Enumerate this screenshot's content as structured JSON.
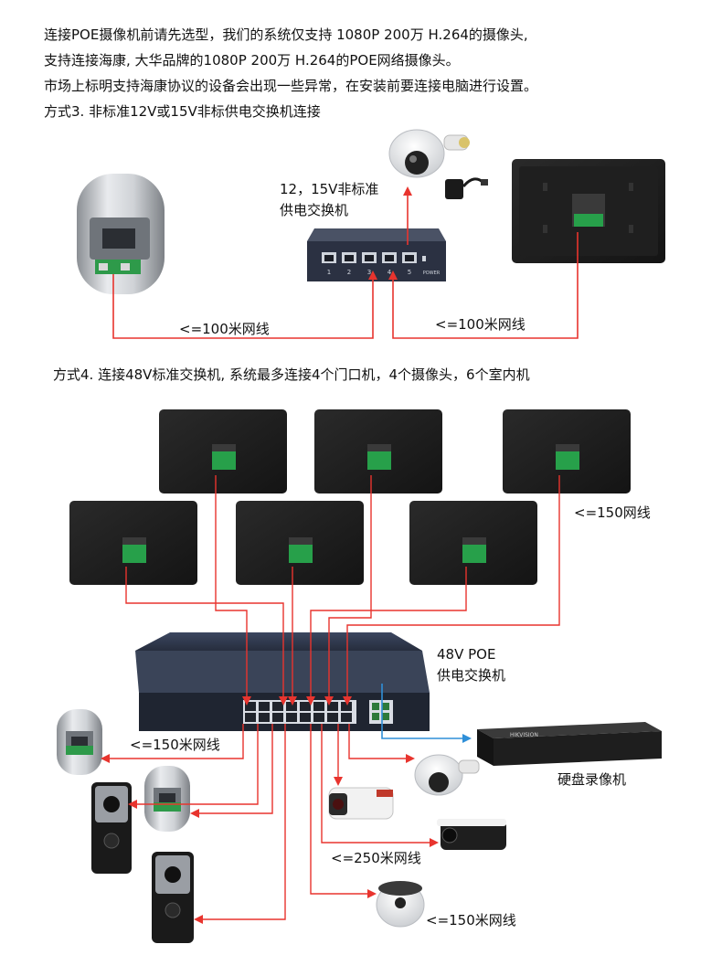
{
  "intro": {
    "line1": "连接POE摄像机前请先选型，我们的系统仅支持 1080P 200万 H.264的摄像头,",
    "line2": "支持连接海康, 大华品牌的1080P 200万 H.264的POE网络摄像头。",
    "line3": "市场上标明支持海康协议的设备会出现一些异常，在安装前要连接电脑进行设置。"
  },
  "method3": {
    "heading": "方式3.  非标准12V或15V非标供电交换机连接",
    "switch_label_1": "12，15V非标准",
    "switch_label_2": "供电交换机",
    "cable_left": "<=100米网线",
    "cable_right": "<=100米网线",
    "switch_ports": [
      "1",
      "2",
      "3",
      "4",
      "5"
    ],
    "switch_power": "POWER"
  },
  "method4": {
    "heading": "方式4.  连接48V标准交换机, 系统最多连接4个门口机，4个摄像头，6个室内机",
    "monitor_cable": "<=150网线",
    "switch_label_1": "48V POE",
    "switch_label_2": "供电交换机",
    "doorbell_cable": "<=150米网线",
    "nvr_label": "硬盘录像机",
    "nvr_brand": "HIKVISION",
    "camera_cable_250": "<=250米网线",
    "camera_cable_150": "<=150米网线"
  },
  "colors": {
    "line": "#e8342e",
    "uplink": "#2f8fd8",
    "device_dark": "#1c1c1c",
    "switch_body": "#2c3446",
    "pcb": "#27a04a"
  }
}
